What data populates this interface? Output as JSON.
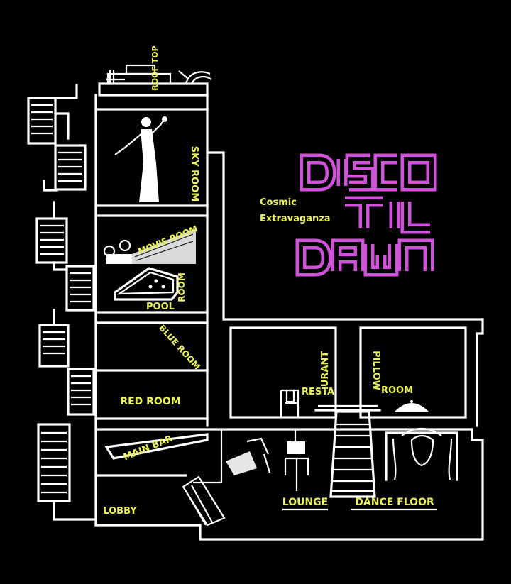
{
  "title": {
    "line1": "DISCO",
    "line2": "TIL",
    "line3": "DAWN",
    "color": "#d052d8"
  },
  "tagline": {
    "line1": "Cosmic",
    "line2": "Extravaganza",
    "color": "#e9f25a"
  },
  "rooms": {
    "roof": "ROOF TOP",
    "sky_room": "SKY ROOM",
    "movie_room": "MOVIE ROOM",
    "pool_line1": "POOL",
    "pool_line2": "ROOM",
    "blue_room": "BLUE ROOM",
    "red_room": "RED ROOM",
    "restaurant_a": "RESTA",
    "restaurant_b": "URANT",
    "pillow_a": "PILLOW",
    "pillow_b": "ROOM",
    "main_bar": "MAIN BAR",
    "lobby": "LOBBY",
    "lounge": "LOUNGE",
    "dance_floor": "DANCE FLOOR"
  },
  "colors": {
    "background": "#000000",
    "lines": "#ffffff",
    "labels": "#e9f25a"
  }
}
